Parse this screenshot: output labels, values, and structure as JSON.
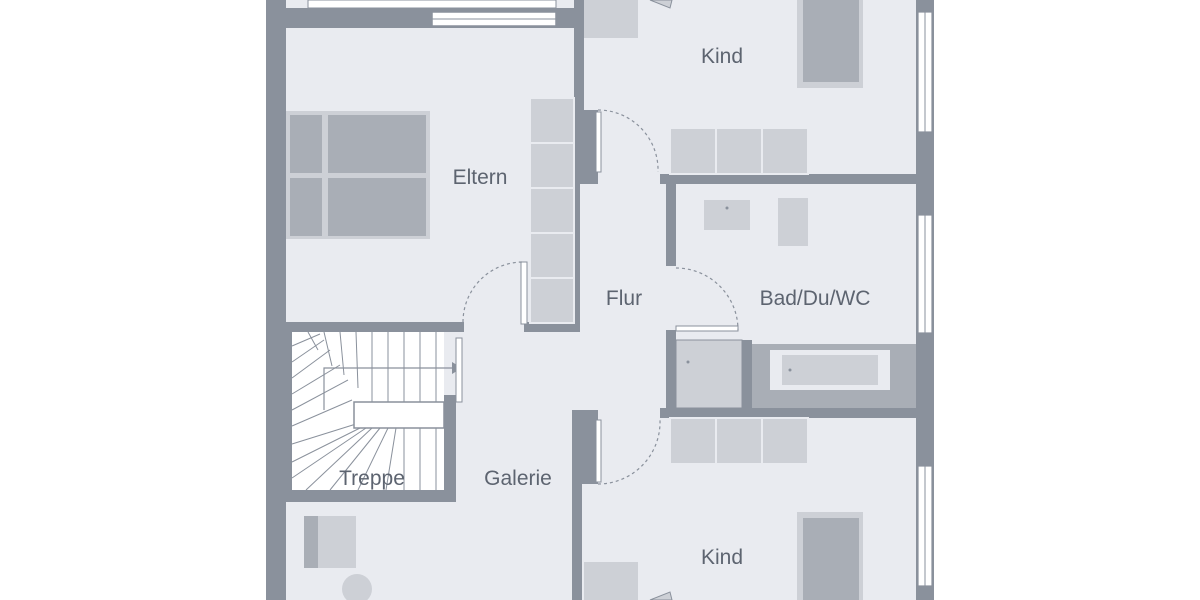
{
  "floorplan": {
    "rooms": [
      {
        "id": "kind-top",
        "label": "Kind"
      },
      {
        "id": "eltern",
        "label": "Eltern"
      },
      {
        "id": "flur",
        "label": "Flur"
      },
      {
        "id": "bad",
        "label": "Bad/Du/WC"
      },
      {
        "id": "treppe",
        "label": "Treppe"
      },
      {
        "id": "galerie",
        "label": "Galerie"
      },
      {
        "id": "kind-bottom",
        "label": "Kind"
      }
    ],
    "colors": {
      "wall": "#8a919c",
      "floor": "#e9ebf0",
      "furniture": "#cdd0d6",
      "furniture_dark": "#a9aeb6",
      "label": "#5d6470"
    }
  }
}
